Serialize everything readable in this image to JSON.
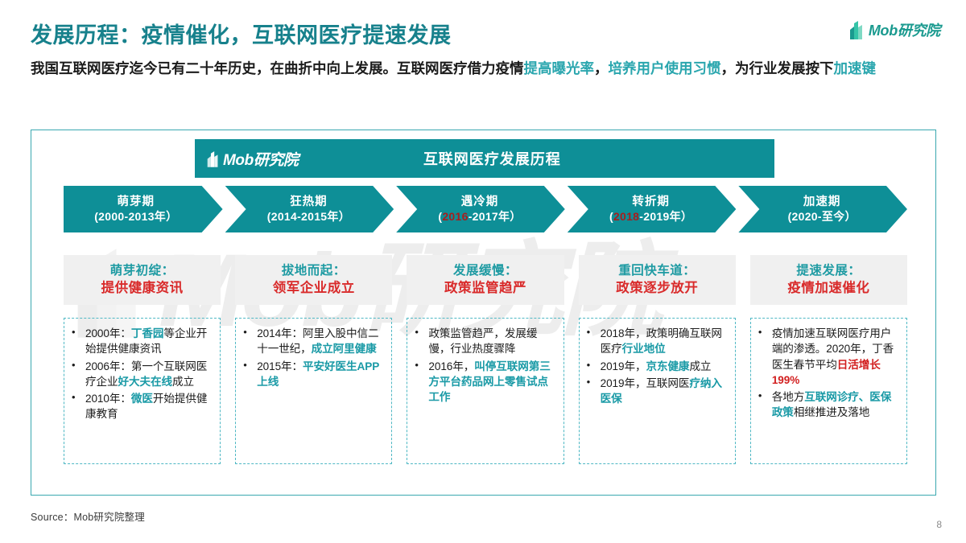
{
  "header": {
    "title": "发展历程：疫情催化，互联网医疗提速发展",
    "subtitle_parts": [
      {
        "text": "我国互联网医疗迄今已有二十年历史，在曲折中向上发展。互联网医疗借力疫情",
        "hl": false
      },
      {
        "text": "提高曝光率",
        "hl": true
      },
      {
        "text": "，",
        "hl": false
      },
      {
        "text": "培养用户使用习惯",
        "hl": true
      },
      {
        "text": "，为行业发展按下",
        "hl": false
      },
      {
        "text": "加速键",
        "hl": true
      }
    ]
  },
  "brand": {
    "logo_text": "Mob研究院",
    "logo_icon": "mob-building-logo-icon",
    "accent_color": "#1a9a8f"
  },
  "card": {
    "title": "互联网医疗发展历程",
    "logo_text": "Mob研究院",
    "watermark_text": "Mob研究院",
    "teal": "#0e8f97",
    "red": "#d92b2b",
    "border_color": "#3aa8b0"
  },
  "timeline": [
    {
      "name": "萌芽期",
      "range_prefix": "(2000-2013年",
      "range_red": "",
      "range_suffix": "）",
      "range_full": "(2000-2013年）",
      "head_line1": "萌芽初绽：",
      "head_line2": "提供健康资讯",
      "bullets": [
        [
          {
            "text": "2000年：",
            "style": "n"
          },
          {
            "text": "丁香园",
            "style": "t"
          },
          {
            "text": "等企业开始提供健康资讯",
            "style": "n"
          }
        ],
        [
          {
            "text": "2006年：第一个互联网医疗企业",
            "style": "n"
          },
          {
            "text": "好大夫在线",
            "style": "t"
          },
          {
            "text": "成立",
            "style": "n"
          }
        ],
        [
          {
            "text": "2010年：",
            "style": "n"
          },
          {
            "text": "微医",
            "style": "t"
          },
          {
            "text": "开始提供健康教育",
            "style": "n"
          }
        ]
      ]
    },
    {
      "name": "狂热期",
      "range_prefix": "(2014-2015年",
      "range_red": "",
      "range_suffix": "）",
      "range_full": "(2014-2015年）",
      "head_line1": "拔地而起：",
      "head_line2": "领军企业成立",
      "bullets": [
        [
          {
            "text": "2014年：阿里入股中信二十一世纪，",
            "style": "n"
          },
          {
            "text": "成立阿里健康",
            "style": "t"
          }
        ],
        [
          {
            "text": "2015年：",
            "style": "n"
          },
          {
            "text": "平安好医生APP上线",
            "style": "t"
          }
        ]
      ]
    },
    {
      "name": "遇冷期",
      "range_prefix": "(",
      "range_red": "2016",
      "range_suffix": "-2017年）",
      "range_full": "(2016-2017年）",
      "head_line1": "发展缓慢：",
      "head_line2": "政策监管趋严",
      "bullets": [
        [
          {
            "text": "政策监管趋严，发展缓慢，行业热度骤降",
            "style": "n"
          }
        ],
        [
          {
            "text": "2016年，",
            "style": "n"
          },
          {
            "text": "叫停互联网第三方平台药品网上零售试点工作",
            "style": "t"
          }
        ]
      ]
    },
    {
      "name": "转折期",
      "range_prefix": "(",
      "range_red": "2018",
      "range_suffix": "-2019年）",
      "range_full": "(2018-2019年）",
      "head_line1": "重回快车道：",
      "head_line2": "政策逐步放开",
      "bullets": [
        [
          {
            "text": "2018年，政策明确互联网医疗",
            "style": "n"
          },
          {
            "text": "行业地位",
            "style": "t"
          }
        ],
        [
          {
            "text": "2019年，",
            "style": "n"
          },
          {
            "text": "京东健康",
            "style": "t"
          },
          {
            "text": "成立",
            "style": "n"
          }
        ],
        [
          {
            "text": "2019年，互联网医",
            "style": "n"
          },
          {
            "text": "疗纳入医保",
            "style": "t"
          }
        ]
      ]
    },
    {
      "name": "加速期",
      "range_prefix": "(2020-至今",
      "range_red": "",
      "range_suffix": "）",
      "range_full": "(2020-至今）",
      "head_line1": "提速发展：",
      "head_line2": "疫情加速催化",
      "bullets": [
        [
          {
            "text": "疫情加速互联网医疗用户端的渗透。2020年，丁香医生春节平均",
            "style": "n"
          },
          {
            "text": "日活增长199%",
            "style": "r"
          }
        ],
        [
          {
            "text": "各地方",
            "style": "n"
          },
          {
            "text": "互联网诊疗、医保政策",
            "style": "t"
          },
          {
            "text": "相继推进及落地",
            "style": "n"
          }
        ]
      ]
    }
  ],
  "footer": {
    "source": "Source：Mob研究院整理",
    "page_number": "8"
  }
}
